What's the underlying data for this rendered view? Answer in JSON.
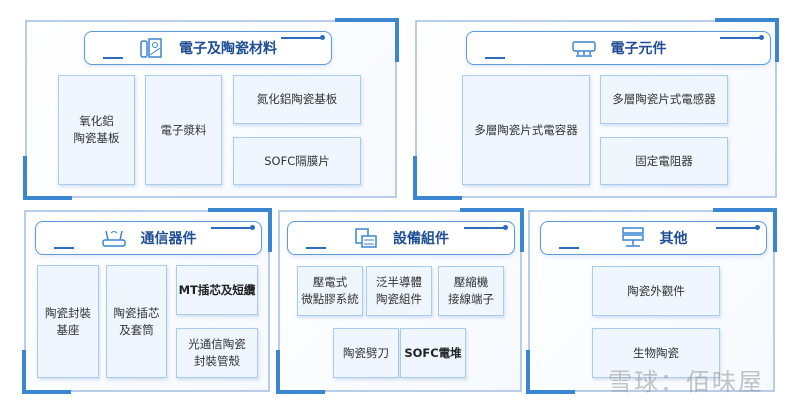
{
  "panels": [
    {
      "title": "電子及陶瓷材料",
      "items": [
        "氧化鋁\n陶瓷基板",
        "電子漿料",
        "氮化鋁陶瓷基板",
        "SOFC隔膜片"
      ]
    },
    {
      "title": "電子元件",
      "items": [
        "多層陶瓷片式電容器",
        "多層陶瓷片式電感器",
        "固定電阻器"
      ]
    },
    {
      "title": "通信器件",
      "items": [
        "陶瓷封裝\n基座",
        "陶瓷插芯\n及套筒",
        "MT插芯及短纜",
        "光通信陶瓷\n封裝管殼"
      ]
    },
    {
      "title": "設備組件",
      "items": [
        "壓電式\n微點膠系統",
        "泛半導體\n陶瓷組件",
        "壓縮機\n接線端子",
        "陶瓷劈刀",
        "SOFC電堆"
      ]
    },
    {
      "title": "其他",
      "items": [
        "陶瓷外觀件",
        "生物陶瓷"
      ]
    }
  ],
  "watermark": "雪球：佰味屋",
  "colors": {
    "accent": "#3a86d1",
    "title_text": "#1f4e96",
    "box_fill": "#eff6fe"
  }
}
